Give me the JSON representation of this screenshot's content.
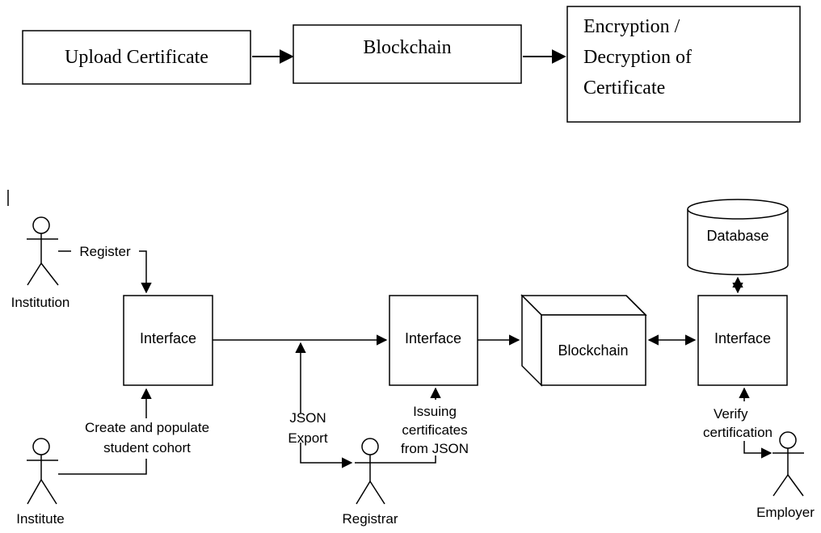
{
  "flow": {
    "upload": "Upload Certificate",
    "blockchain": "Blockchain",
    "encryption_line1": "Encryption /",
    "encryption_line2": "Decryption of",
    "encryption_line3": "Certificate"
  },
  "architecture": {
    "actors": {
      "institution": "Institution",
      "institute": "Institute",
      "registrar": "Registrar",
      "employer": "Employer"
    },
    "edges": {
      "register": "Register",
      "create_line1": "Create and populate",
      "create_line2": "student cohort",
      "json_line1": "JSON",
      "json_line2": "Export",
      "issuing_line1": "Issuing",
      "issuing_line2": "certificates",
      "issuing_line3": "from JSON",
      "verify_line1": "Verify",
      "verify_line2": "certification"
    },
    "nodes": {
      "interface_left": "Interface",
      "interface_middle": "Interface",
      "interface_right": "Interface",
      "blockchain": "Blockchain",
      "database": "Database"
    }
  }
}
